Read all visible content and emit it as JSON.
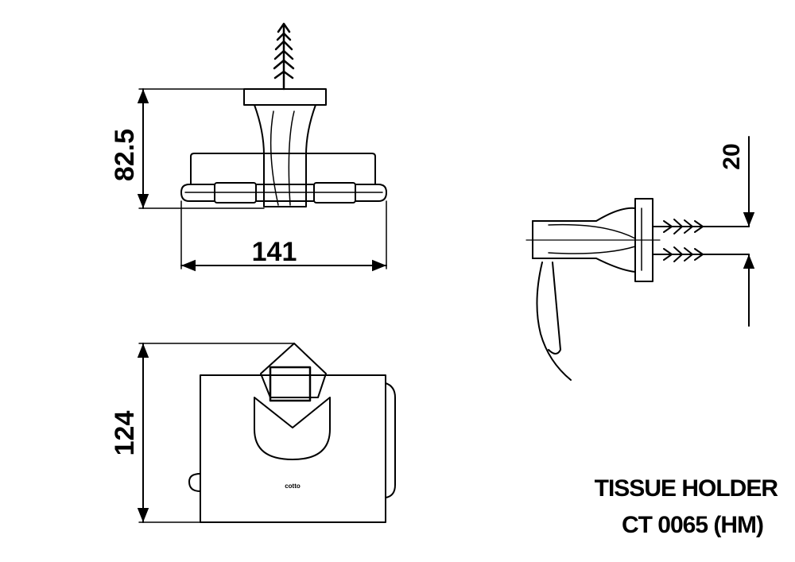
{
  "dimensions": {
    "height_top_view": "82.5",
    "width_top_view": "141",
    "wall_offset_side_view": "20",
    "height_front_view": "124"
  },
  "title": {
    "line1": "TISSUE HOLDER",
    "line2": "CT 0065 (HM)"
  },
  "logo_text": "cotto"
}
